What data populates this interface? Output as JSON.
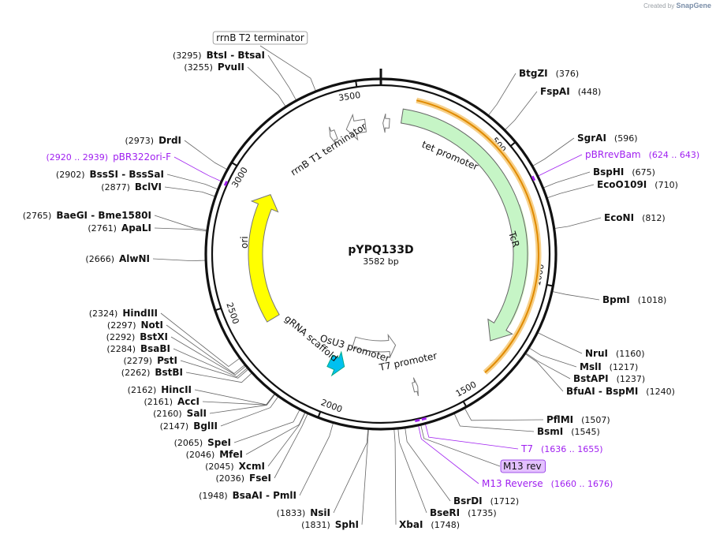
{
  "credit": {
    "prefix": "Created by",
    "brand": "SnapGene"
  },
  "plasmid": {
    "name": "pYPQ133D",
    "size_label": "3582 bp",
    "length": 3582
  },
  "ticks": [
    {
      "pos": 500,
      "label": "500"
    },
    {
      "pos": 1000,
      "label": "1000"
    },
    {
      "pos": 1500,
      "label": "1500"
    },
    {
      "pos": 2000,
      "label": "2000"
    },
    {
      "pos": 2500,
      "label": "2500"
    },
    {
      "pos": 3000,
      "label": "3000"
    },
    {
      "pos": 3500,
      "label": "3500"
    }
  ],
  "features": [
    {
      "name": "TcR",
      "start": 87,
      "end": 1277,
      "strand": "forward",
      "color": "#c6f5c6"
    },
    {
      "name": "tet promoter",
      "start": 9,
      "end": 37,
      "strand": "reverse",
      "color": "#ffffff"
    },
    {
      "name": "rrnB T1 terminator",
      "start": 3428,
      "end": 3514,
      "strand": "reverse",
      "color": "#ffffff"
    },
    {
      "name": "rrnB T2 terminator",
      "start": 3350,
      "end": 3377,
      "strand": "reverse",
      "color": "#ffffff"
    },
    {
      "name": "ori",
      "start": 2380,
      "end": 2968,
      "strand": "forward",
      "color": "#ffff00"
    },
    {
      "name": "gRNA scaffold",
      "start": 1970,
      "end": 2045,
      "strand": "reverse",
      "color": "#00c0f0"
    },
    {
      "name": "OsU3 promoter",
      "start": 1700,
      "end": 1960,
      "strand": "reverse",
      "color": "#ffffff"
    },
    {
      "name": "T7 promoter",
      "start": 1636,
      "end": 1655,
      "strand": "reverse",
      "color": "#ffffff"
    }
  ],
  "sites": [
    {
      "name": "BtgZI",
      "pos": 376,
      "pos_label": "(376)"
    },
    {
      "name": "FspAI",
      "pos": 448,
      "pos_label": "(448)"
    },
    {
      "name": "SgrAI",
      "pos": 596,
      "pos_label": "(596)"
    },
    {
      "name": "pBRrevBam",
      "pos": 633,
      "pos_label": "(624 .. 643)",
      "primer": true
    },
    {
      "name": "BspHI",
      "pos": 675,
      "pos_label": "(675)"
    },
    {
      "name": "EcoO109I",
      "pos": 710,
      "pos_label": "(710)"
    },
    {
      "name": "EcoNI",
      "pos": 812,
      "pos_label": "(812)"
    },
    {
      "name": "BpmI",
      "pos": 1018,
      "pos_label": "(1018)"
    },
    {
      "name": "NruI",
      "pos": 1160,
      "pos_label": "(1160)"
    },
    {
      "name": "MslI",
      "pos": 1217,
      "pos_label": "(1217)"
    },
    {
      "name": "BstAPI",
      "pos": 1237,
      "pos_label": "(1237)"
    },
    {
      "name": "BfuAI - BspMI",
      "pos": 1240,
      "pos_label": "(1240)"
    },
    {
      "name": "PflMI",
      "pos": 1507,
      "pos_label": "(1507)"
    },
    {
      "name": "BsmI",
      "pos": 1545,
      "pos_label": "(1545)"
    },
    {
      "name": "T7",
      "pos": 1645,
      "pos_label": "(1636 .. 1655)",
      "primer": true
    },
    {
      "name": "M13 rev",
      "pos": 1660,
      "pos_label": "",
      "boxed": true
    },
    {
      "name": "M13 Reverse",
      "pos": 1668,
      "pos_label": "(1660 .. 1676)",
      "primer": true
    },
    {
      "name": "BsrDI",
      "pos": 1712,
      "pos_label": "(1712)"
    },
    {
      "name": "BseRI",
      "pos": 1735,
      "pos_label": "(1735)"
    },
    {
      "name": "XbaI",
      "pos": 1748,
      "pos_label": "(1748)"
    },
    {
      "name": "SphI",
      "pos": 1831,
      "pos_label": "(1831)"
    },
    {
      "name": "NsiI",
      "pos": 1833,
      "pos_label": "(1833)"
    },
    {
      "name": "BsaAI - PmlI",
      "pos": 1948,
      "pos_label": "(1948)"
    },
    {
      "name": "FseI",
      "pos": 2036,
      "pos_label": "(2036)"
    },
    {
      "name": "XcmI",
      "pos": 2045,
      "pos_label": "(2045)"
    },
    {
      "name": "MfeI",
      "pos": 2046,
      "pos_label": "(2046)"
    },
    {
      "name": "SpeI",
      "pos": 2065,
      "pos_label": "(2065)"
    },
    {
      "name": "BglII",
      "pos": 2147,
      "pos_label": "(2147)"
    },
    {
      "name": "SalI",
      "pos": 2160,
      "pos_label": "(2160)"
    },
    {
      "name": "AccI",
      "pos": 2161,
      "pos_label": "(2161)"
    },
    {
      "name": "HincII",
      "pos": 2162,
      "pos_label": "(2162)"
    },
    {
      "name": "BstBI",
      "pos": 2262,
      "pos_label": "(2262)"
    },
    {
      "name": "PstI",
      "pos": 2279,
      "pos_label": "(2279)"
    },
    {
      "name": "BsaBI",
      "pos": 2284,
      "pos_label": "(2284)"
    },
    {
      "name": "BstXI",
      "pos": 2292,
      "pos_label": "(2292)"
    },
    {
      "name": "NotI",
      "pos": 2297,
      "pos_label": "(2297)"
    },
    {
      "name": "HindIII",
      "pos": 2324,
      "pos_label": "(2324)"
    },
    {
      "name": "AlwNI",
      "pos": 2666,
      "pos_label": "(2666)"
    },
    {
      "name": "ApaLI",
      "pos": 2761,
      "pos_label": "(2761)"
    },
    {
      "name": "BaeGI - Bme1580I",
      "pos": 2765,
      "pos_label": "(2765)"
    },
    {
      "name": "BclVI",
      "pos": 2877,
      "pos_label": "(2877)"
    },
    {
      "name": "BssSI - BssSaI",
      "pos": 2902,
      "pos_label": "(2902)"
    },
    {
      "name": "pBR322ori-F",
      "pos": 2930,
      "pos_label": "(2920 .. 2939)",
      "primer": true
    },
    {
      "name": "DrdI",
      "pos": 2973,
      "pos_label": "(2973)"
    },
    {
      "name": "PvuII",
      "pos": 3255,
      "pos_label": "(3255)"
    },
    {
      "name": "BtsI - BtsaI",
      "pos": 3295,
      "pos_label": "(3295)"
    },
    {
      "name": "rrnB T2 terminator",
      "pos": 3365,
      "pos_label": "",
      "boxed": true
    }
  ],
  "colors": {
    "backbone": "#111111",
    "primer": "#a020f0",
    "orange": "#e08a00",
    "green": "#2a9a2a"
  }
}
